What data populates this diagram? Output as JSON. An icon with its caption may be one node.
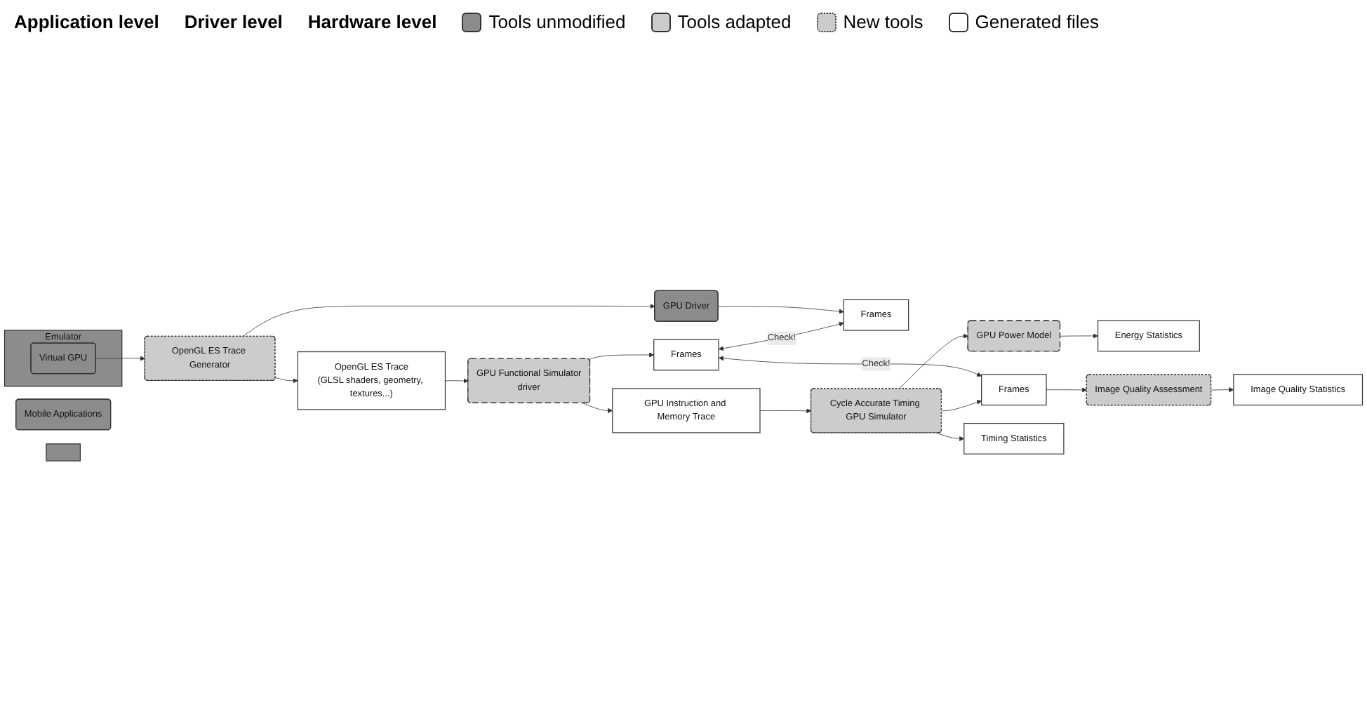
{
  "diagram": {
    "nodes": [
      {
        "text": [
          "Mobile Applications"
        ]
      },
      {
        "text": [],
        "shape": "box"
      },
      {
        "text": [
          "Emulator"
        ]
      },
      {
        "text": [
          "Virtual GPU"
        ],
        "in": 2
      },
      {
        "text": [
          "GPU Driver"
        ]
      },
      {
        "text": [
          "OpenGL ES Trace Generator"
        ]
      },
      {
        "text": [
          "OpenGL ES Trace",
          "(GLSL shaders, geometry, textures...)"
        ]
      },
      {
        "text": [
          "Frames"
        ]
      },
      {
        "text": [
          "GPU Functional Simulator",
          "driver"
        ]
      },
      {
        "text": [
          "GPU Instruction and Memory Trace"
        ]
      },
      {
        "text": [
          "Frames"
        ]
      },
      {
        "text": [
          "GPU Power Model"
        ]
      },
      {
        "text": [
          "Cycle Accurate Timing GPU Simulator"
        ]
      },
      {
        "text": [
          "Frames"
        ]
      },
      {
        "text": [
          "Energy Statistics"
        ]
      },
      {
        "text": [
          "Timing Statistics"
        ]
      },
      {
        "text": [
          "Image Quality Statistics"
        ]
      },
      {
        "text": [
          "Image Quality Assessment"
        ]
      }
    ],
    "edges": [
      {
        "from": 3,
        "to": 5,
        "arrow": "to"
      },
      {
        "from": 5,
        "to": 4,
        "arrow": "to"
      },
      {
        "from": 4,
        "to": 7,
        "arrow": "to"
      },
      {
        "from": 5,
        "to": 6,
        "arrow": "to"
      },
      {
        "from": 6,
        "to": 8,
        "arrow": "to"
      },
      {
        "from": 8,
        "to": 9,
        "arrow": "to"
      },
      {
        "from": 8,
        "to": 10,
        "arrow": "to"
      },
      {
        "from": 10,
        "to": 7,
        "arrow": "both",
        "label": "Check!"
      },
      {
        "from": 10,
        "to": 13,
        "arrow": "both",
        "label": "Check!"
      },
      {
        "from": 9,
        "to": 12,
        "arrow": "to"
      },
      {
        "from": 12,
        "to": 11,
        "arrow": "to"
      },
      {
        "from": 12,
        "to": 13,
        "arrow": "to"
      },
      {
        "from": 11,
        "to": 14,
        "arrow": "to"
      },
      {
        "from": 12,
        "to": 15,
        "arrow": "to"
      },
      {
        "from": 13,
        "to": 17,
        "arrow": "to"
      },
      {
        "from": 17,
        "to": 16,
        "arrow": "to"
      }
    ],
    "labels": [
      "Application level",
      "Driver level",
      "Hardware level"
    ],
    "legend": [
      {
        "text": "Tools unmodified",
        "color": "#8c8c8c"
      },
      {
        "text": "Tools adapted",
        "color": "#cccccc"
      },
      {
        "text": "New tools"
      },
      {
        "text": "Generated files",
        "color": "#ffffff"
      }
    ]
  }
}
